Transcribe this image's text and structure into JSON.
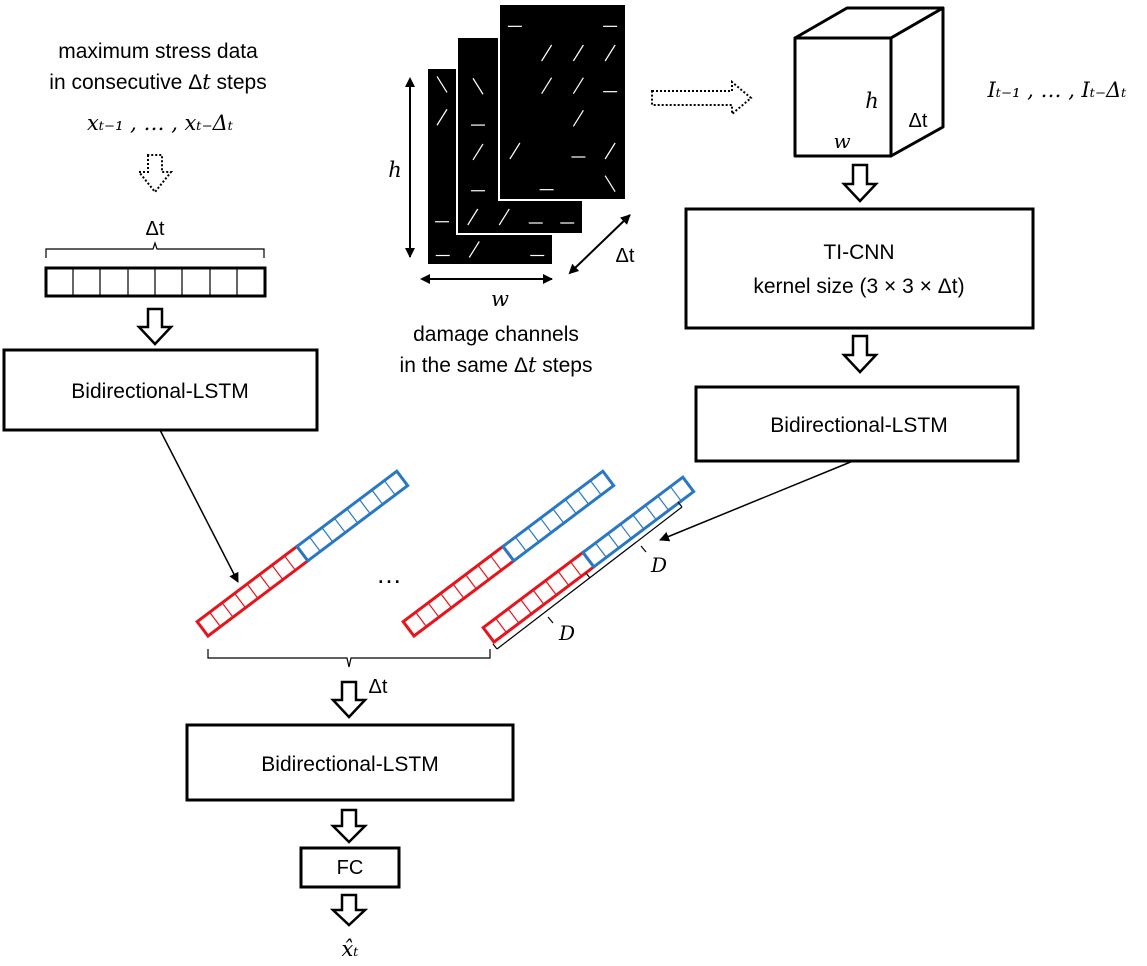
{
  "colors": {
    "stroke": "#000000",
    "forward_cell": "#e8141c",
    "backward_cell": "#2a78c4",
    "damage_channel_bg": "#000000",
    "crack_lines": "#ffffff"
  },
  "left_branch": {
    "caption_line1": "maximum stress data",
    "caption_line2_pre": "in consecutive ",
    "caption_line2_delta": "Δ",
    "caption_line2_t": "t",
    "caption_line2_post": " steps",
    "input_seq": "xₜ₋₁ , … , xₜ₋Δₜ",
    "brace_label": "Δt",
    "lstm_label": "Bidirectional-LSTM"
  },
  "center": {
    "h_label": "h",
    "w_label": "w",
    "dt_label": "Δt",
    "caption_line1": "damage channels",
    "caption_line2_pre": "in the same ",
    "caption_line2_delta": "Δ",
    "caption_line2_t": "t",
    "caption_line2_post": " steps"
  },
  "right_branch": {
    "cube_h": "h",
    "cube_w": "w",
    "cube_dt": "Δt",
    "cube_seq": "Iₜ₋₁ , … , Iₜ₋Δₜ",
    "cnn_line1": "TI-CNN",
    "cnn_line2": "kernel size (3 × 3 × Δt)",
    "lstm_label": "Bidirectional-LSTM"
  },
  "middle": {
    "ellipsis": "…",
    "d_label_upper": "D",
    "d_label_lower": "D",
    "dt_label": "Δt"
  },
  "bottom": {
    "lstm_label": "Bidirectional-LSTM",
    "fc_label": "FC",
    "output_label": "x̂ₜ"
  }
}
